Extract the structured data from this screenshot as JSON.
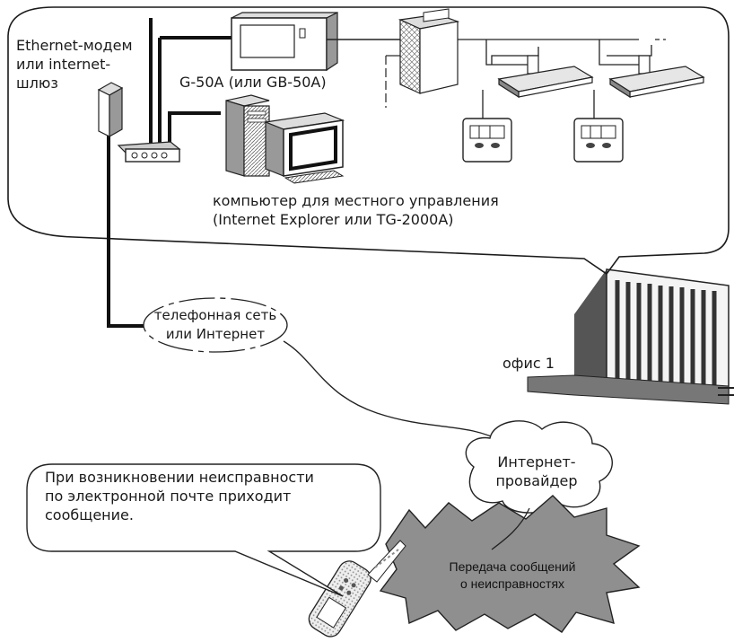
{
  "labels": {
    "modem": [
      "Ethernet-модем",
      "или internet-",
      "шлюз"
    ],
    "controller": "G-50A (или GB-50A)",
    "pc": [
      "компьютер для местного управления",
      "(Internet Explorer или TG-2000A)"
    ],
    "network": [
      "телефонная сеть",
      "или Интернет"
    ],
    "office": "офис 1",
    "provider": [
      "Интернет-",
      "провайдер"
    ],
    "message": [
      "При возникновении неисправности",
      "по электронной почте приходит",
      "сообщение."
    ],
    "alert": [
      "Передача сообщений",
      "о неисправностях"
    ]
  }
}
